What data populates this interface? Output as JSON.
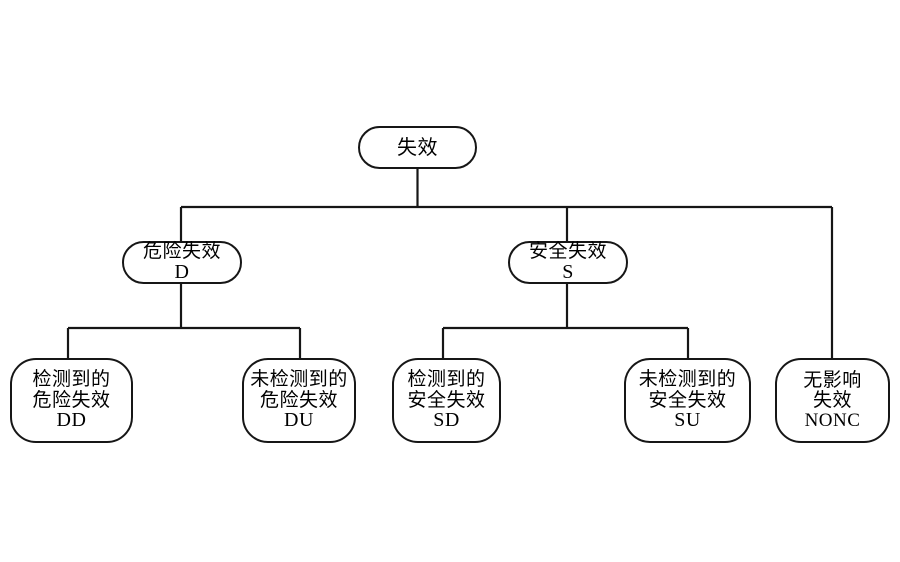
{
  "diagram": {
    "title": "失效分类树",
    "type": "tree",
    "orientation": "top-down",
    "node_shape": "rounded-rectangle",
    "colors": {
      "background": "#ffffff",
      "node_fill": "#ffffff",
      "node_border": "#161616",
      "edge": "#161616",
      "text": "#000000"
    },
    "nodes": {
      "root": {
        "id": "root",
        "label_cn": "失效",
        "code": "",
        "lines": [
          "失效"
        ],
        "level": 0
      },
      "dangerous": {
        "id": "D",
        "label_cn": "危险失效",
        "code": "D",
        "lines": [
          "危险失效",
          "D"
        ],
        "level": 1
      },
      "safe": {
        "id": "S",
        "label_cn": "安全失效",
        "code": "S",
        "lines": [
          "安全失效",
          "S"
        ],
        "level": 1
      },
      "detected_dangerous": {
        "id": "DD",
        "label_cn_1": "检测到的",
        "label_cn_2": "危险失效",
        "code": "DD",
        "lines": [
          "检测到的",
          "危险失效",
          "DD"
        ],
        "level": 2,
        "parent": "D"
      },
      "undetected_dangerous": {
        "id": "DU",
        "label_cn_1": "未检测到的",
        "label_cn_2": "危险失效",
        "code": "DU",
        "lines": [
          "未检测到的",
          "危险失效",
          "DU"
        ],
        "level": 2,
        "parent": "D"
      },
      "detected_safe": {
        "id": "SD",
        "label_cn_1": "检测到的",
        "label_cn_2": "安全失效",
        "code": "SD",
        "lines": [
          "检测到的",
          "安全失效",
          "SD"
        ],
        "level": 2,
        "parent": "S"
      },
      "undetected_safe": {
        "id": "SU",
        "label_cn_1": "未检测到的",
        "label_cn_2": "安全失效",
        "code": "SU",
        "lines": [
          "未检测到的",
          "安全失效",
          "SU"
        ],
        "level": 2,
        "parent": "S"
      },
      "no_effect": {
        "id": "NONC",
        "label_cn_1": "无影响",
        "label_cn_2": "失效",
        "code": "NONC",
        "lines": [
          "无影响",
          "失效",
          "NONC"
        ],
        "level": 2,
        "parent": "root"
      }
    },
    "edges": [
      {
        "from": "root",
        "to": "D"
      },
      {
        "from": "root",
        "to": "S"
      },
      {
        "from": "root",
        "to": "NONC"
      },
      {
        "from": "D",
        "to": "DD"
      },
      {
        "from": "D",
        "to": "DU"
      },
      {
        "from": "S",
        "to": "SD"
      },
      {
        "from": "S",
        "to": "SU"
      }
    ]
  }
}
